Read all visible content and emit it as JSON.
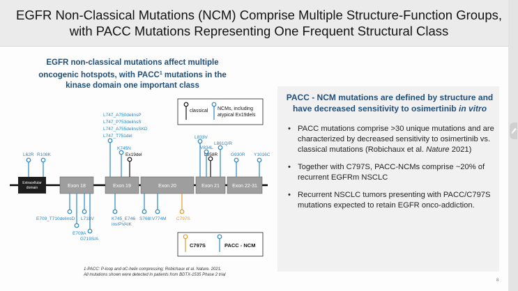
{
  "slide": {
    "title": "EGFR Non-Classical Mutations (NCM) Comprise Multiple Structure-Function Groups,\nwith PACC Mutations Representing One Frequent Structural Class",
    "left_heading": {
      "part1": "EGFR non-classical mutations affect multiple oncogenic hotspots, with PACC",
      "sup": "1",
      "part2": " mutations in the kinase domain one important class"
    },
    "right_heading": {
      "part1": "PACC - NCM mutations are defined by structure and have decreased sensitivity to osimertinib ",
      "italic": "in vitro"
    },
    "bullets": [
      {
        "pre": "PACC mutations comprise >30 unique mutations and are characterized by decreased sensitivity to osimertinib vs. classical mutations (Robichaux et al. ",
        "italic": "Nature",
        "post": " 2021)"
      },
      {
        "pre": "Together with C797S, PACC-NCMs comprise ~20% of recurrent EGFRm NSCLC",
        "italic": "",
        "post": ""
      },
      {
        "pre": "Recurrent NSCLC tumors presenting with PACC/C797S mutations expected to retain EGFR onco-addiction.",
        "italic": "",
        "post": ""
      }
    ],
    "footnote_lines": [
      "1-PACC: P-loop and αC-helix compressing; Robichaux et al. Nature. 2021.",
      "All mutations shown were detected in patients from BDTX-1535 Phase 2 trial"
    ],
    "page_number": "8"
  },
  "diagram": {
    "domains": [
      {
        "label": "Extracellular",
        "label2": "domain"
      },
      {
        "label": "Exon 18"
      },
      {
        "label": "Exon 19"
      },
      {
        "label": "Exon 20"
      },
      {
        "label": "Exon 21"
      },
      {
        "label": "Exon 22-31"
      }
    ],
    "top_mutations": {
      "l62r": "L62R",
      "r108k": "R108K",
      "ex19_list": [
        "L747_A750delinsP",
        "L747_P753delinsS",
        "L747_A755delinsSKD",
        "L747_T751del"
      ],
      "k745n": "K745N",
      "ex19del": "Ex19del",
      "l833v": "L833V",
      "v834l": "V834L",
      "l858r": "L858R",
      "l861qr": "L861Q/R",
      "g930r": "G930R",
      "y1016c": "Y1016C"
    },
    "bottom_mutations": {
      "e709_t710": "E709_T710delinsD",
      "e709a": "E709A",
      "l718v": "L718V",
      "g719s": "G719S/A",
      "k745_e746": "K745_E746",
      "k745_e746_b": "insIPVAIK",
      "s768i": "S768I",
      "v774m": "V774M",
      "c797s": "C797S"
    },
    "legend_top": {
      "classical": "classical",
      "ncm": "NCMs, including",
      "ncm2": "atypical Ex19dels"
    },
    "legend_bottom": {
      "c797s": "C797S",
      "pacc": "PACC - NCM"
    },
    "colors": {
      "pacc_blue": "#2a86c2",
      "classical_black": "#111111",
      "c797s_orange": "#e59b2b",
      "exon_gray": "#9e9e9e",
      "extracellular": "#1e1e1e",
      "heading_blue": "#1f4e79"
    }
  }
}
